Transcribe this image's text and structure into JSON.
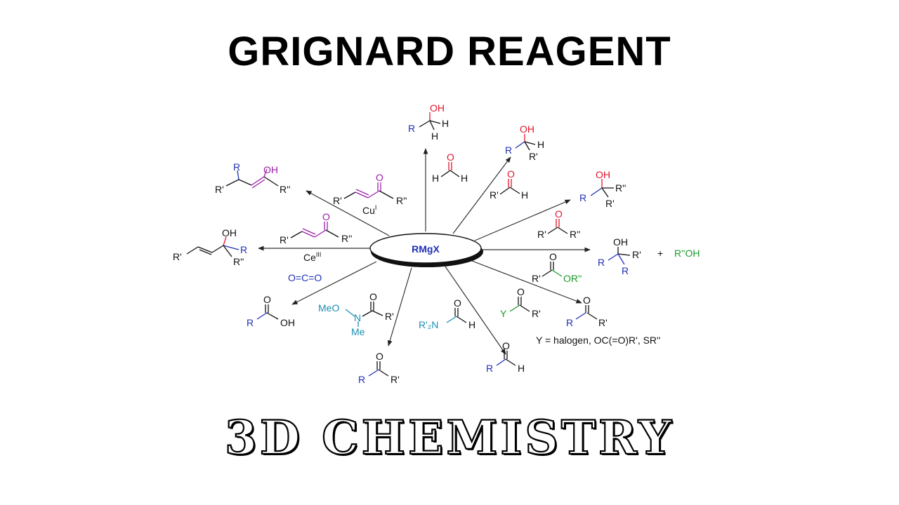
{
  "title": "GRIGNARD REAGENT",
  "subtitle": "3D CHEMISTRY",
  "colors": {
    "blue": "#1f2fb5",
    "red": "#e0152a",
    "purple": "#9b1fa8",
    "green": "#1a9a2a",
    "teal": "#1a8fb3",
    "black": "#111111"
  },
  "center": {
    "label": "RMgX"
  },
  "reagents": {
    "formaldehyde_h1": "H",
    "formaldehyde_o": "O",
    "formaldehyde_h2": "H",
    "aldehyde_r": "R'",
    "aldehyde_o": "O",
    "aldehyde_h": "H",
    "ketone_r1": "R'",
    "ketone_o": "O",
    "ketone_r2": "R''",
    "ester_r": "R'",
    "ester_o": "O",
    "ester_or": "OR''",
    "acyl_y": "Y",
    "acyl_o": "O",
    "acyl_r": "R'",
    "amide_n": "R'₂N",
    "amide_o": "O",
    "amide_h": "H",
    "weinreb_meo": "MeO",
    "weinreb_n": "N",
    "weinreb_me": "Me",
    "weinreb_o": "O",
    "weinreb_r": "R'",
    "co2": "O=C=O",
    "enone_ce_r1": "R'",
    "enone_ce_o": "O",
    "enone_ce_r2": "R''",
    "ce_label": "Ce",
    "ce_sup": "III",
    "enone_cu_r1": "R'",
    "enone_cu_o": "O",
    "enone_cu_r2": "R''",
    "cu_label": "Cu",
    "cu_sup": "I"
  },
  "products": {
    "primary_alcohol_oh": "OH",
    "primary_alcohol_r": "R",
    "primary_alcohol_h": "H",
    "secondary_alcohol_oh": "OH",
    "secondary_alcohol_r": "R",
    "secondary_alcohol_h": "H",
    "secondary_alcohol_r2": "R'",
    "tertiary_alcohol_oh": "OH",
    "tertiary_alcohol_r": "R",
    "tertiary_alcohol_r1": "R''",
    "tertiary_alcohol_r2": "R'",
    "ester_product_oh": "OH",
    "ester_product_r1": "R",
    "ester_product_r2": "R'",
    "ester_product_r3": "R",
    "plus": "+",
    "byproduct": "R''OH",
    "ketone_r": "R",
    "ketone_o": "O",
    "ketone_r2": "R'",
    "y_note": "Y = halogen, OC(=O)R', SR''",
    "aldehyde_r": "R",
    "aldehyde_o": "O",
    "aldehyde_h": "H",
    "weinreb_ketone_r": "R",
    "weinreb_ketone_o": "O",
    "weinreb_ketone_r2": "R'",
    "acid_r": "R",
    "acid_o": "O",
    "acid_oh": "OH",
    "allyl_alcohol_oh": "OH",
    "allyl_alcohol_r1": "R'",
    "allyl_alcohol_r": "R",
    "allyl_alcohol_r2": "R''",
    "conjugate_r": "R",
    "conjugate_oh": "OH",
    "conjugate_r1": "R'",
    "conjugate_r2": "R''"
  }
}
